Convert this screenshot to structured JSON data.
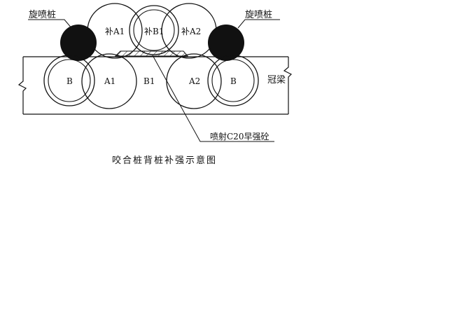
{
  "diagram": {
    "labels": {
      "jet_grout_left": "旋喷桩",
      "jet_grout_right": "旋喷桩",
      "supp_a1": "补A1",
      "supp_b1": "补B1",
      "supp_a2": "补A2",
      "pile_b_left": "B",
      "pile_a1": "A1",
      "pile_b1": "B1",
      "pile_a2": "A2",
      "pile_b_right": "B",
      "crown_beam": "冠梁",
      "shotcrete": "喷射C20早强砼"
    },
    "caption": "咬合桩背桩补强示意图",
    "colors": {
      "line": "#111111",
      "jet_grout_fill": "#111111",
      "background": "#ffffff"
    }
  }
}
